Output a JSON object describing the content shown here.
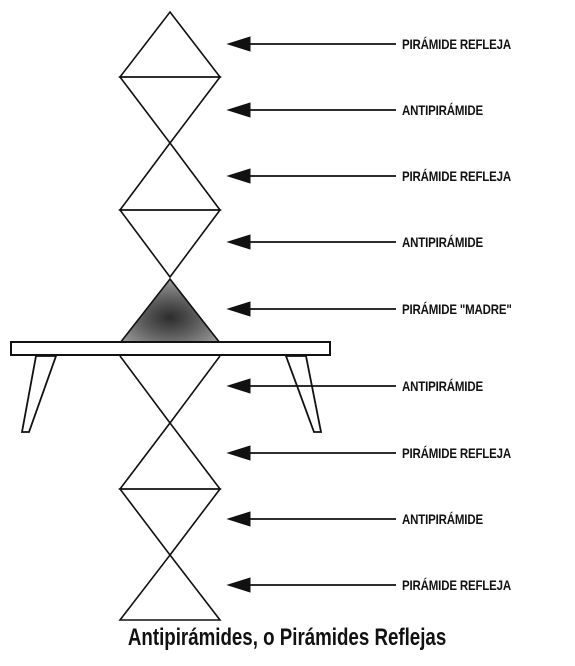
{
  "labels": [
    "PIRÁMIDE REFLEJA",
    "ANTIPIRÁMIDE",
    "PIRÁMIDE REFLEJA",
    "ANTIPIRÁMIDE",
    "PIRÁMIDE \"MADRE\"",
    "ANTIPIRÁMIDE",
    "PIRÁMIDE REFLEJA",
    "ANTIPIRÁMIDE",
    "PIRÁMIDE REFLEJA"
  ],
  "caption": "Antipirámides, o Pirámides Reflejas",
  "colors": {
    "ink": "#111111",
    "mother_pyramid_fill": "#7a7a7a",
    "table_fill": "#ffffff"
  }
}
